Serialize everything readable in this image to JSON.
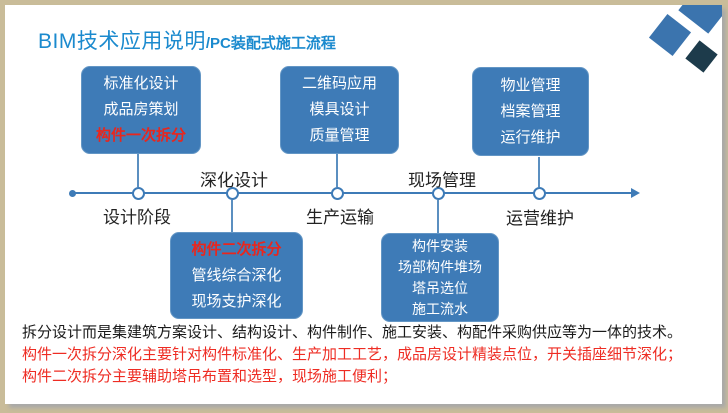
{
  "slide": {
    "title": {
      "main": "BIM技术应用说明",
      "sub": "/PC装配式施工流程"
    },
    "colors": {
      "title_blue": "#1b8ace",
      "box_blue": "#3e7bb7",
      "accent_red": "#e9261d",
      "note_red": "#ee2c23",
      "text_black": "#1a1a1a",
      "frame_tan": "#c9bc99",
      "logo_blue": "#3b74ae",
      "logo_dark": "#1d3b4b"
    },
    "timeline": {
      "phases": [
        {
          "label": "设计阶段",
          "position": "below"
        },
        {
          "label": "深化设计",
          "position": "above"
        },
        {
          "label": "生产运输",
          "position": "below"
        },
        {
          "label": "现场管理",
          "position": "above"
        },
        {
          "label": "运营维护",
          "position": "below"
        }
      ]
    },
    "boxes": {
      "design_stage": {
        "lines": [
          "标准化设计",
          "成品房策划",
          "构件一次拆分"
        ]
      },
      "production": {
        "lines": [
          "二维码应用",
          "模具设计",
          "质量管理"
        ]
      },
      "operation": {
        "lines": [
          "物业管理",
          "档案管理",
          "运行维护"
        ]
      },
      "deepening": {
        "lines": [
          "构件二次拆分",
          "管线综合深化",
          "现场支护深化"
        ]
      },
      "site_mgmt": {
        "lines": [
          "构件安装",
          "场部构件堆场",
          "塔吊选位",
          "施工流水"
        ]
      }
    },
    "notes": [
      "拆分设计而是集建筑方案设计、结构设计、构件制作、施工安装、构配件采购供应等为一体的技术。",
      "构件一次拆分深化主要针对构件标准化、生产加工工艺，成品房设计精装点位，开关插座细节深化；",
      "构件二次拆分主要辅助塔吊布置和选型，现场施工便利；"
    ]
  }
}
